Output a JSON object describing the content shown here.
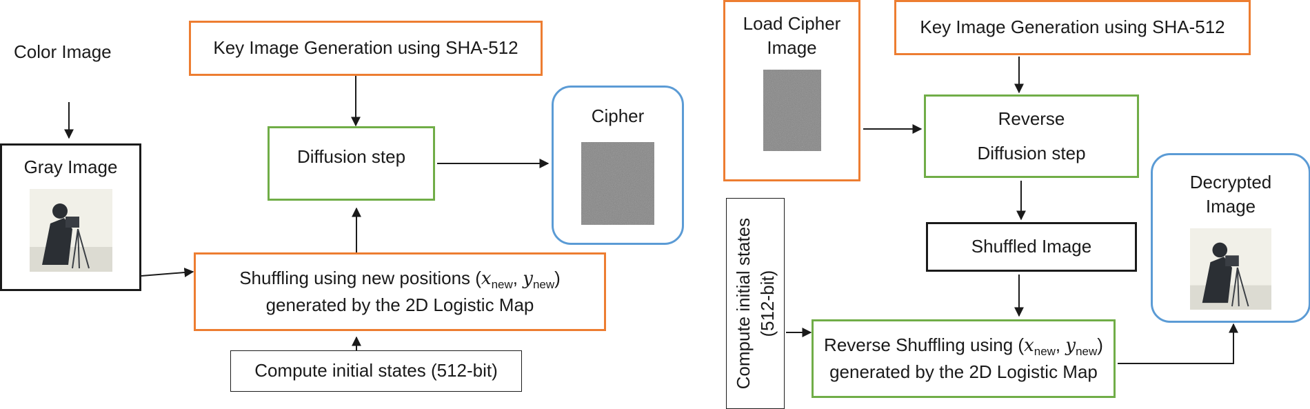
{
  "encryption": {
    "color_image_label": "Color Image",
    "gray_image_label": "Gray Image",
    "key_gen_label": "Key Image Generation using SHA-512",
    "diffusion_label": "Diffusion step",
    "cipher_label": "Cipher",
    "shuffle_line1_prefix": "Shuffling using new positions (",
    "shuffle_line1_suffix": ")",
    "shuffle_line2": "generated by the 2D Logistic Map",
    "compute_label": "Compute initial states (512-bit)"
  },
  "decryption": {
    "load_cipher_line1": "Load Cipher",
    "load_cipher_line2": "Image",
    "key_gen_label": "Key Image Generation using SHA-512",
    "reverse_line1": "Reverse",
    "reverse_line2": "Diffusion step",
    "shuffled_label": "Shuffled Image",
    "decrypted_line1": "Decrypted",
    "decrypted_line2": "Image",
    "compute_line1": "Compute initial states",
    "compute_line2": "(512-bit)",
    "rev_shuffle_line1_prefix": "Reverse Shuffling using (",
    "rev_shuffle_line1_suffix": ")",
    "rev_shuffle_line2": "generated by the 2D Logistic Map"
  },
  "math": {
    "x_var": "x",
    "y_var": "y",
    "subscript": "new",
    "separator": ", "
  },
  "colors": {
    "process_border": "#ED7D31",
    "diffusion_border": "#70AD47",
    "output_border": "#5B9BD5",
    "noise_base": "#7f7f7f"
  }
}
